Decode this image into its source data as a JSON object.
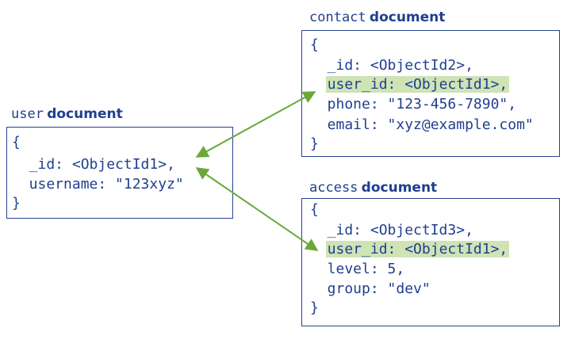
{
  "user_doc": {
    "title_name": "user",
    "title_word": "document",
    "open_brace": "{",
    "id_line": "  _id: <ObjectId1>,",
    "username_line": "  username: \"123xyz\"",
    "close_brace": "}"
  },
  "contact_doc": {
    "title_name": "contact",
    "title_word": "document",
    "open_brace": "{",
    "id_line": "  _id: <ObjectId2>,",
    "user_id_line": "user_id: <ObjectId1>,",
    "phone_line": "  phone: \"123-456-7890\",",
    "email_line": "  email: \"xyz@example.com\"",
    "close_brace": "}"
  },
  "access_doc": {
    "title_name": "access",
    "title_word": "document",
    "open_brace": "{",
    "id_line": "  _id: <ObjectId3>,",
    "user_id_line": "user_id: <ObjectId1>,",
    "level_line": "  level: 5,",
    "group_line": "  group: \"dev\"",
    "close_brace": "}"
  },
  "colors": {
    "text": "#1f3f8f",
    "box_border": "#24448f",
    "highlight": "#cfe3b5",
    "arrow": "#6aa83a"
  }
}
